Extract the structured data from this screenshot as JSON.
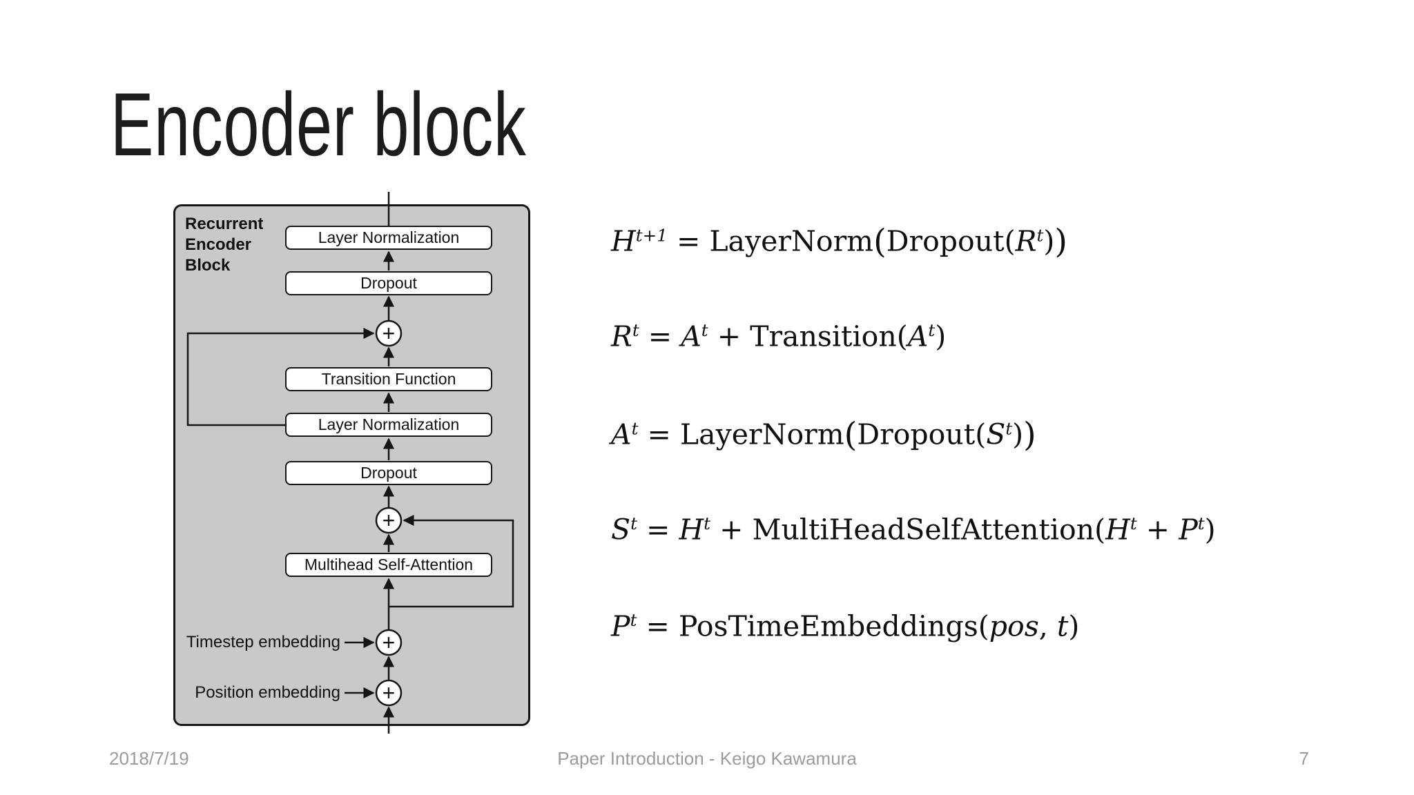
{
  "slide": {
    "title": "Encoder block"
  },
  "diagram": {
    "panel_label_lines": [
      "Recurrent",
      "Encoder",
      "Block"
    ],
    "boxes": [
      "Layer Normalization",
      "Dropout",
      "Transition Function",
      "Layer Normalization",
      "Dropout",
      "Multihead Self-Attention"
    ],
    "input_labels": [
      "Timestep embedding",
      "Position embedding"
    ],
    "plus": "+",
    "colors": {
      "panel_bg": "#c9c9c9",
      "box_bg": "#ffffff",
      "line": "#151515"
    }
  },
  "equations": [
    {
      "parts": [
        {
          "t": "H",
          "k": "i"
        },
        {
          "t": "t+1",
          "k": "si"
        },
        {
          "t": " = ",
          "k": "r"
        },
        {
          "t": "LayerNorm",
          "k": "r"
        },
        {
          "t": "(",
          "k": "bp"
        },
        {
          "t": "Dropout",
          "k": "r"
        },
        {
          "t": "(",
          "k": "r"
        },
        {
          "t": "R",
          "k": "i"
        },
        {
          "t": "t",
          "k": "si"
        },
        {
          "t": ")",
          "k": "r"
        },
        {
          "t": ")",
          "k": "bp"
        }
      ]
    },
    {
      "parts": [
        {
          "t": "R",
          "k": "i"
        },
        {
          "t": "t",
          "k": "si"
        },
        {
          "t": " = ",
          "k": "r"
        },
        {
          "t": "A",
          "k": "i"
        },
        {
          "t": "t",
          "k": "si"
        },
        {
          "t": " + ",
          "k": "r"
        },
        {
          "t": "Transition",
          "k": "r"
        },
        {
          "t": "(",
          "k": "r"
        },
        {
          "t": "A",
          "k": "i"
        },
        {
          "t": "t",
          "k": "si"
        },
        {
          "t": ")",
          "k": "r"
        }
      ]
    },
    {
      "parts": [
        {
          "t": "A",
          "k": "i"
        },
        {
          "t": "t",
          "k": "si"
        },
        {
          "t": " = ",
          "k": "r"
        },
        {
          "t": "LayerNorm",
          "k": "r"
        },
        {
          "t": "(",
          "k": "bp"
        },
        {
          "t": "Dropout",
          "k": "r"
        },
        {
          "t": "(",
          "k": "r"
        },
        {
          "t": "S",
          "k": "i"
        },
        {
          "t": "t",
          "k": "si"
        },
        {
          "t": ")",
          "k": "r"
        },
        {
          "t": ")",
          "k": "bp"
        }
      ]
    },
    {
      "parts": [
        {
          "t": "S",
          "k": "i"
        },
        {
          "t": "t",
          "k": "si"
        },
        {
          "t": " = ",
          "k": "r"
        },
        {
          "t": "H",
          "k": "i"
        },
        {
          "t": "t",
          "k": "si"
        },
        {
          "t": " + ",
          "k": "r"
        },
        {
          "t": "MultiHeadSelfAttention",
          "k": "r"
        },
        {
          "t": "(",
          "k": "r"
        },
        {
          "t": "H",
          "k": "i"
        },
        {
          "t": "t",
          "k": "si"
        },
        {
          "t": " + ",
          "k": "r"
        },
        {
          "t": "P",
          "k": "i"
        },
        {
          "t": "t",
          "k": "si"
        },
        {
          "t": ")",
          "k": "r"
        }
      ]
    },
    {
      "parts": [
        {
          "t": "P",
          "k": "i"
        },
        {
          "t": "t",
          "k": "si"
        },
        {
          "t": " = ",
          "k": "r"
        },
        {
          "t": "PosTimeEmbeddings",
          "k": "r"
        },
        {
          "t": "(",
          "k": "r"
        },
        {
          "t": "pos",
          "k": "i"
        },
        {
          "t": ", ",
          "k": "r"
        },
        {
          "t": "t",
          "k": "i"
        },
        {
          "t": ")",
          "k": "r"
        }
      ]
    }
  ],
  "footer": {
    "date": "2018/7/19",
    "center": "Paper Introduction - Keigo Kawamura",
    "page": "7"
  }
}
